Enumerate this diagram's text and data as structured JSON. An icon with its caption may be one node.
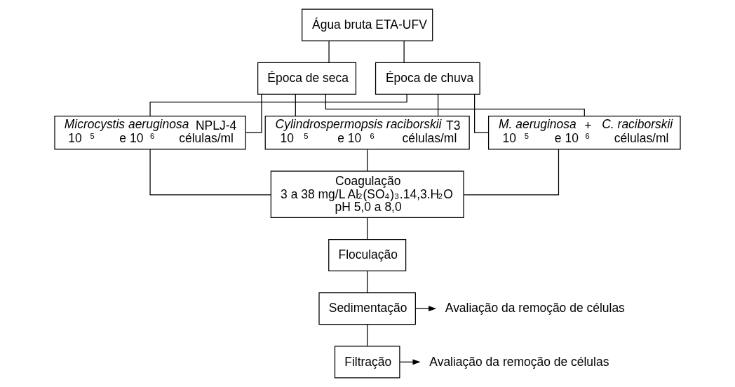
{
  "diagram": {
    "nodes": [
      {
        "text": [
          "Água bruta ETA-UFV"
        ]
      },
      {
        "text": [
          "Época de seca"
        ]
      },
      {
        "text": [
          "Época de chuva"
        ]
      },
      {
        "text": [
          "*Microcystis aeruginosa* NPLJ-4",
          "10$^{5}$ e 10$^{6}$ células/ml"
        ]
      },
      {
        "text": [
          "*Cylindrospermopsis raciborskii* T3",
          "10$^{5}$ e 10$^{6}$ células/ml"
        ]
      },
      {
        "text": [
          "*M. aeruginosa* + *C. raciborskii*",
          "10$^{5}$ e 10$^{6}$ células/ml"
        ]
      },
      {
        "text": [
          "Coagulação",
          "3 a 38 mg/L Al$_{2}$(SO$_{4}$)$_{3}$.14,3.H$_{2}$O",
          "pH 5,0 a 8,0"
        ]
      },
      {
        "text": [
          "Floculação"
        ]
      },
      {
        "text": [
          "Sedimentação"
        ]
      },
      {
        "text": [
          "Filtração"
        ]
      },
      {
        "text": [
          "Avaliação da remoção de células"
        ]
      },
      {
        "text": [
          "Avaliação da remoção de células"
        ]
      }
    ],
    "edges": [
      {
        "from": 0,
        "to": 1,
        "arrow": "none"
      },
      {
        "from": 0,
        "to": 2,
        "arrow": "none"
      },
      {
        "from": 1,
        "to": 3,
        "arrow": "none"
      },
      {
        "from": 1,
        "to": 4,
        "arrow": "none"
      },
      {
        "from": 1,
        "to": 5,
        "arrow": "none"
      },
      {
        "from": 2,
        "to": 3,
        "arrow": "none"
      },
      {
        "from": 2,
        "to": 4,
        "arrow": "none"
      },
      {
        "from": 2,
        "to": 5,
        "arrow": "none"
      },
      {
        "from": 3,
        "to": 6,
        "arrow": "none"
      },
      {
        "from": 4,
        "to": 6,
        "arrow": "none"
      },
      {
        "from": 5,
        "to": 6,
        "arrow": "none"
      },
      {
        "from": 6,
        "to": 7,
        "arrow": "none"
      },
      {
        "from": 7,
        "to": 8,
        "arrow": "none"
      },
      {
        "from": 8,
        "to": 9,
        "arrow": "none"
      },
      {
        "from": 8,
        "to": 10,
        "arrow": "to"
      },
      {
        "from": 9,
        "to": 11,
        "arrow": "to"
      }
    ]
  }
}
